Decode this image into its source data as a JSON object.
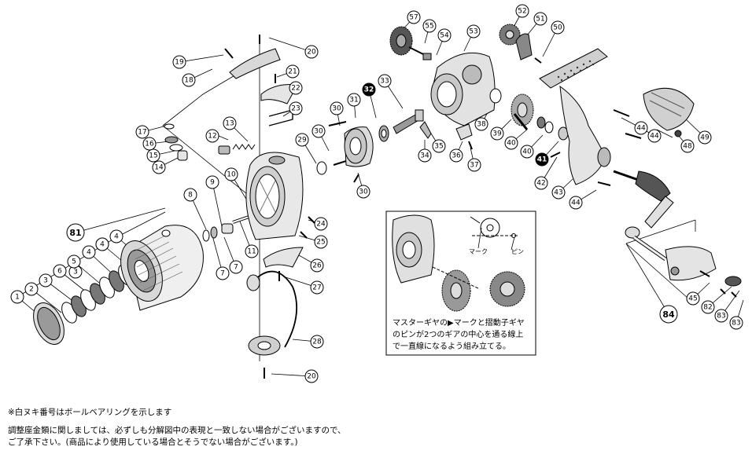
{
  "callouts": [
    {
      "id": "c1",
      "label": "1"
    },
    {
      "id": "c2",
      "label": "2"
    },
    {
      "id": "c3a",
      "label": "3"
    },
    {
      "id": "c3b",
      "label": "3"
    },
    {
      "id": "c3c",
      "label": "3"
    },
    {
      "id": "c4a",
      "label": "4"
    },
    {
      "id": "c4b",
      "label": "4"
    },
    {
      "id": "c4c",
      "label": "4"
    },
    {
      "id": "c5",
      "label": "5"
    },
    {
      "id": "c6",
      "label": "6"
    },
    {
      "id": "c7a",
      "label": "7"
    },
    {
      "id": "c7b",
      "label": "7"
    },
    {
      "id": "c8",
      "label": "8"
    },
    {
      "id": "c9",
      "label": "9"
    },
    {
      "id": "c10",
      "label": "10"
    },
    {
      "id": "c11",
      "label": "11"
    },
    {
      "id": "c12",
      "label": "12"
    },
    {
      "id": "c13",
      "label": "13"
    },
    {
      "id": "c14",
      "label": "14"
    },
    {
      "id": "c15",
      "label": "15"
    },
    {
      "id": "c16",
      "label": "16"
    },
    {
      "id": "c17",
      "label": "17"
    },
    {
      "id": "c18",
      "label": "18"
    },
    {
      "id": "c19",
      "label": "19"
    },
    {
      "id": "c20a",
      "label": "20"
    },
    {
      "id": "c20b",
      "label": "20"
    },
    {
      "id": "c21",
      "label": "21"
    },
    {
      "id": "c22",
      "label": "22"
    },
    {
      "id": "c23",
      "label": "23"
    },
    {
      "id": "c24",
      "label": "24"
    },
    {
      "id": "c25",
      "label": "25"
    },
    {
      "id": "c26",
      "label": "26"
    },
    {
      "id": "c27",
      "label": "27"
    },
    {
      "id": "c28",
      "label": "28"
    },
    {
      "id": "c29",
      "label": "29"
    },
    {
      "id": "c30a",
      "label": "30"
    },
    {
      "id": "c30b",
      "label": "30"
    },
    {
      "id": "c30c",
      "label": "30"
    },
    {
      "id": "c31",
      "label": "31"
    },
    {
      "id": "c32",
      "label": "32"
    },
    {
      "id": "c33",
      "label": "33"
    },
    {
      "id": "c34",
      "label": "34"
    },
    {
      "id": "c35",
      "label": "35"
    },
    {
      "id": "c36",
      "label": "36"
    },
    {
      "id": "c37",
      "label": "37"
    },
    {
      "id": "c38",
      "label": "38"
    },
    {
      "id": "c39",
      "label": "39"
    },
    {
      "id": "c40a",
      "label": "40"
    },
    {
      "id": "c40b",
      "label": "40"
    },
    {
      "id": "c41",
      "label": "41"
    },
    {
      "id": "c42",
      "label": "42"
    },
    {
      "id": "c43",
      "label": "43"
    },
    {
      "id": "c44a",
      "label": "44"
    },
    {
      "id": "c44b",
      "label": "44"
    },
    {
      "id": "c44c",
      "label": "44"
    },
    {
      "id": "c45",
      "label": "45"
    },
    {
      "id": "c48",
      "label": "48"
    },
    {
      "id": "c49",
      "label": "49"
    },
    {
      "id": "c50",
      "label": "50"
    },
    {
      "id": "c51",
      "label": "51"
    },
    {
      "id": "c52",
      "label": "52"
    },
    {
      "id": "c53",
      "label": "53"
    },
    {
      "id": "c54",
      "label": "54"
    },
    {
      "id": "c55",
      "label": "55"
    },
    {
      "id": "c57",
      "label": "57"
    },
    {
      "id": "c81",
      "label": "81"
    },
    {
      "id": "c82",
      "label": "82"
    },
    {
      "id": "c83a",
      "label": "83"
    },
    {
      "id": "c83b",
      "label": "83"
    },
    {
      "id": "c84",
      "label": "84"
    }
  ],
  "inset": {
    "mark_label": "マーク",
    "pin_label": "ピン",
    "instruction_lines": [
      "マスターギヤの▶マークと摺動子ギヤ",
      "のピンが2つのギアの中心を通る線上",
      "で一直線になるよう組み立てる。"
    ]
  },
  "notes": {
    "bearing_note": "※白ヌキ番号はボールベアリングを示します",
    "shim_note_1": "調整座金類に関しましては、必ずしも分解図中の表現と一致しない場合がございますので、",
    "shim_note_2": "ご了承下さい。(商品により使用している場合とそうでない場合がございます。)"
  },
  "colors": {
    "line": "#000000",
    "part_fill": "#e6e6e6",
    "part_shade": "#b4b4b4",
    "dark_part": "#4a4a4a",
    "background": "#ffffff"
  }
}
